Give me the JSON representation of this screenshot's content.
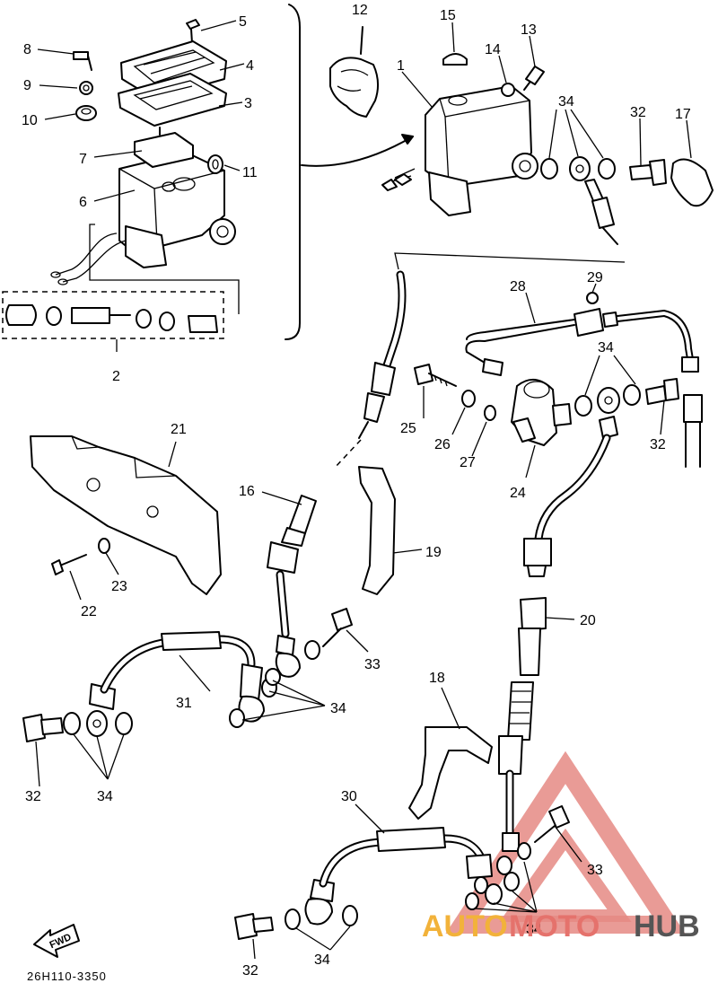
{
  "diagram": {
    "callouts": {
      "c1": "1",
      "c2": "2",
      "c3": "3",
      "c4": "4",
      "c5": "5",
      "c6": "6",
      "c7": "7",
      "c8": "8",
      "c9": "9",
      "c10": "10",
      "c11": "11",
      "c12": "12",
      "c13": "13",
      "c14": "14",
      "c15": "15",
      "c16": "16",
      "c17": "17",
      "c18": "18",
      "c19": "19",
      "c20": "20",
      "c21": "21",
      "c22": "22",
      "c23": "23",
      "c24": "24",
      "c25": "25",
      "c26": "26",
      "c27": "27",
      "c28": "28",
      "c29": "29",
      "c30": "30",
      "c31": "31",
      "c32": "32",
      "c33": "33",
      "c34": "34"
    },
    "reference_code": "26H110-3350",
    "forward_label": "FWD"
  },
  "watermark": {
    "part1": "AUTO",
    "part2": "MOTO",
    "part3": "HUB",
    "colors": {
      "triangle": "#e58a84",
      "auto": "#f2b23a",
      "moto": "#e5726c",
      "hub": "#555555"
    }
  }
}
